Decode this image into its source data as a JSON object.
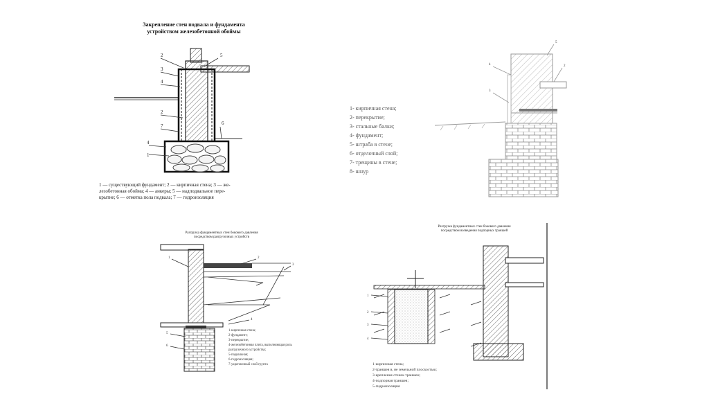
{
  "panel1": {
    "title_line1": "Закрепление стен подвала и фундамента",
    "title_line2": "устройством железобетонной обоймы",
    "callouts": [
      "2",
      "5",
      "3",
      "4",
      "2",
      "7",
      "6",
      "4",
      "1"
    ],
    "caption_line1": "1 — существующий фундамент; 2 — кирпичная стена; 3 — же-",
    "caption_line2": "лезобетонная обойма; 4 — анкеры; 5 — надподвальное пере-",
    "caption_line3": "крытие; 6 — отметка пола подвала; 7 — гидроизоляция"
  },
  "panel2": {
    "legend": [
      "1- кирпичная стена;",
      "2- перекрытие;",
      "3- стальные балки;",
      "4- фундамент;",
      "5- штраба в стене;",
      "6- отделочный слой;",
      "7- трещины в стене;",
      "8- шнур"
    ],
    "callouts": [
      "5",
      "4",
      "3",
      "2"
    ]
  },
  "panel3": {
    "title_line1": "Разгрузка фундаментных стен бокового давления",
    "title_line2": "посредством разгрузочных устройств",
    "callouts": [
      "1",
      "2",
      "3",
      "4",
      "5",
      "6"
    ],
    "legend": [
      "1-кирпичная стена;",
      "2-фундамент;",
      "3-перекрытие;",
      "4-железобетонная плита, выполняющая роль",
      "разгрузочного устройства;",
      "5-подвальная;",
      "6-гидроизоляция;",
      "7-укрепленный слой грунта"
    ]
  },
  "panel4": {
    "title_line1": "Разгрузка фундаментных стен бокового давления",
    "title_line2": "посредством возведения подпорных траншей",
    "callouts": [
      "1",
      "2",
      "3",
      "4"
    ],
    "legend": [
      "1-кирпичная стена;",
      "2-траншея в, не земельной плоскостью;",
      "3-крепление стенок траншеи;",
      "4-подпорная траншея;",
      "5-гидроизоляция"
    ]
  }
}
